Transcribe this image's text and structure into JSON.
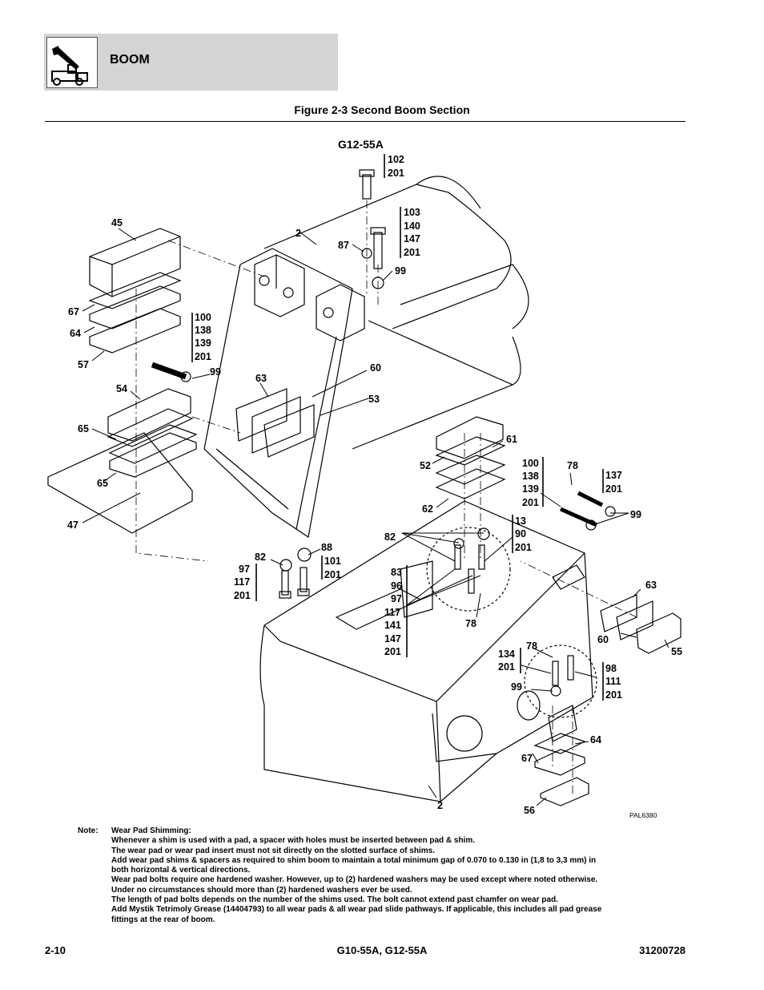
{
  "header": {
    "section_title": "BOOM",
    "logo_icon": "telehandler-boom-icon"
  },
  "figure": {
    "title": "Figure 2-3 Second Boom Section",
    "model_label": "G12-55A",
    "drawing_id": "PAL6380"
  },
  "callouts": {
    "c45": "45",
    "c2a": "2",
    "c87": "87",
    "c99a": "99",
    "c67a": "67",
    "c64a": "64",
    "c57": "57",
    "c99b": "99",
    "c63a": "63",
    "c60a": "60",
    "c53": "53",
    "c54": "54",
    "c65a": "65",
    "c65b": "65",
    "c47": "47",
    "c61": "61",
    "c52": "52",
    "c62": "62",
    "c78a": "78",
    "c99c": "99",
    "c82a": "82",
    "c82b": "82",
    "c88": "88",
    "c78b": "78",
    "c63b": "63",
    "c60b": "60",
    "c55": "55",
    "c78c": "78",
    "c99d": "99",
    "c64b": "64",
    "c67b": "67",
    "c56": "56",
    "c2b": "2"
  },
  "callout_groups": {
    "g1": [
      "102",
      "201"
    ],
    "g2": [
      "103",
      "140",
      "147",
      "201"
    ],
    "g3": [
      "100",
      "138",
      "139",
      "201"
    ],
    "g4": [
      "100",
      "138",
      "139",
      "201"
    ],
    "g5": [
      "137",
      "201"
    ],
    "g6": [
      "13",
      "90",
      "201"
    ],
    "g7": [
      "97",
      "117",
      "201"
    ],
    "g8": [
      "101",
      "201"
    ],
    "g9": [
      "83",
      "96",
      "97",
      "117",
      "141",
      "147",
      "201"
    ],
    "g10": [
      "134",
      "201"
    ],
    "g11": [
      "98",
      "111",
      "201"
    ]
  },
  "notes": {
    "label": "Note:",
    "lines": [
      "Wear Pad Shimming:",
      "Whenever a shim is used with a pad, a spacer with holes must be inserted between pad & shim.",
      "The wear pad or wear pad insert must not sit directly on the slotted surface of shims.",
      "Add wear pad shims & spacers as required to shim boom to maintain a total minimum gap of 0.070 to 0.130 in (1,8 to 3,3 mm) in",
      "both horizontal & vertical directions.",
      "Wear pad bolts require one hardened washer. However, up to (2) hardened washers may be used except where noted otherwise.",
      "Under no circumstances should more than (2) hardened washers ever be used.",
      "The length of pad bolts depends on the number of the shims used. The bolt cannot extend past chamfer on wear pad.",
      "Add Mystik Tetrimoly Grease (14404793) to all wear pads & all wear pad slide pathways. If applicable, this includes all pad grease",
      "fittings at the rear of boom."
    ]
  },
  "footer": {
    "page_number": "2-10",
    "models": "G10-55A, G12-55A",
    "manual_number": "31200728"
  }
}
